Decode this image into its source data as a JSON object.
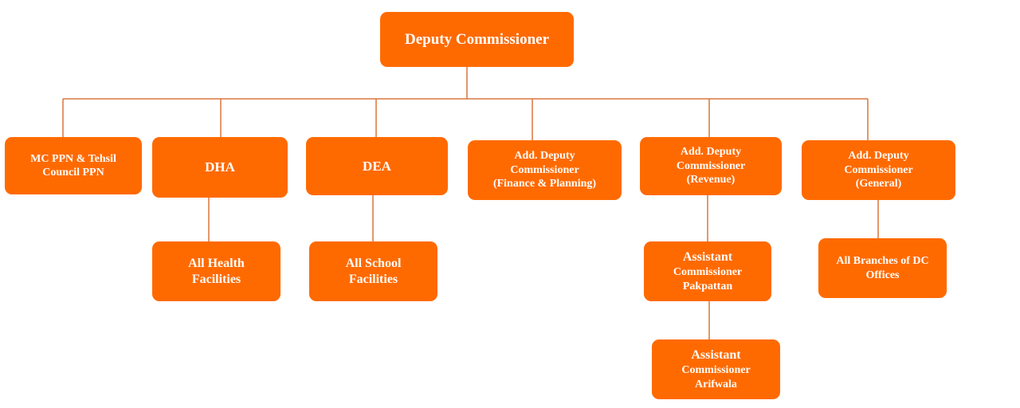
{
  "org_chart": {
    "line_color": "#d9763a",
    "box_color": "#ff6a00",
    "text_color": "#ffffff",
    "root": {
      "label": "Deputy Commissioner"
    },
    "level1": [
      {
        "id": "mc",
        "lines": [
          "MC PPN & Tehsil",
          "Council PPN"
        ]
      },
      {
        "id": "dha",
        "lines": [
          "DHA"
        ]
      },
      {
        "id": "dea",
        "lines": [
          "DEA"
        ]
      },
      {
        "id": "adc_fp",
        "lines": [
          "Add. Deputy",
          "Commissioner",
          "(Finance & Planning)"
        ]
      },
      {
        "id": "adc_rev",
        "lines": [
          "Add. Deputy",
          "Commissioner",
          "(Revenue)"
        ]
      },
      {
        "id": "adc_gen",
        "lines": [
          "Add. Deputy",
          "Commissioner",
          "(General)"
        ]
      }
    ],
    "level2": [
      {
        "id": "health",
        "parent": "dha",
        "lines": [
          "All Health",
          "Facilities"
        ]
      },
      {
        "id": "school",
        "parent": "dea",
        "lines": [
          "All School",
          "Facilities"
        ]
      },
      {
        "id": "ac_pak",
        "parent": "adc_rev",
        "lines": [
          "Assistant",
          "Commissioner",
          "Pakpattan"
        ]
      },
      {
        "id": "branches",
        "parent": "adc_gen",
        "lines": [
          "All Branches of DC",
          "Offices"
        ]
      }
    ],
    "level3": [
      {
        "id": "ac_ari",
        "parent": "ac_pak",
        "lines": [
          "Assistant",
          "Commissioner",
          "Arifwala"
        ]
      }
    ]
  }
}
